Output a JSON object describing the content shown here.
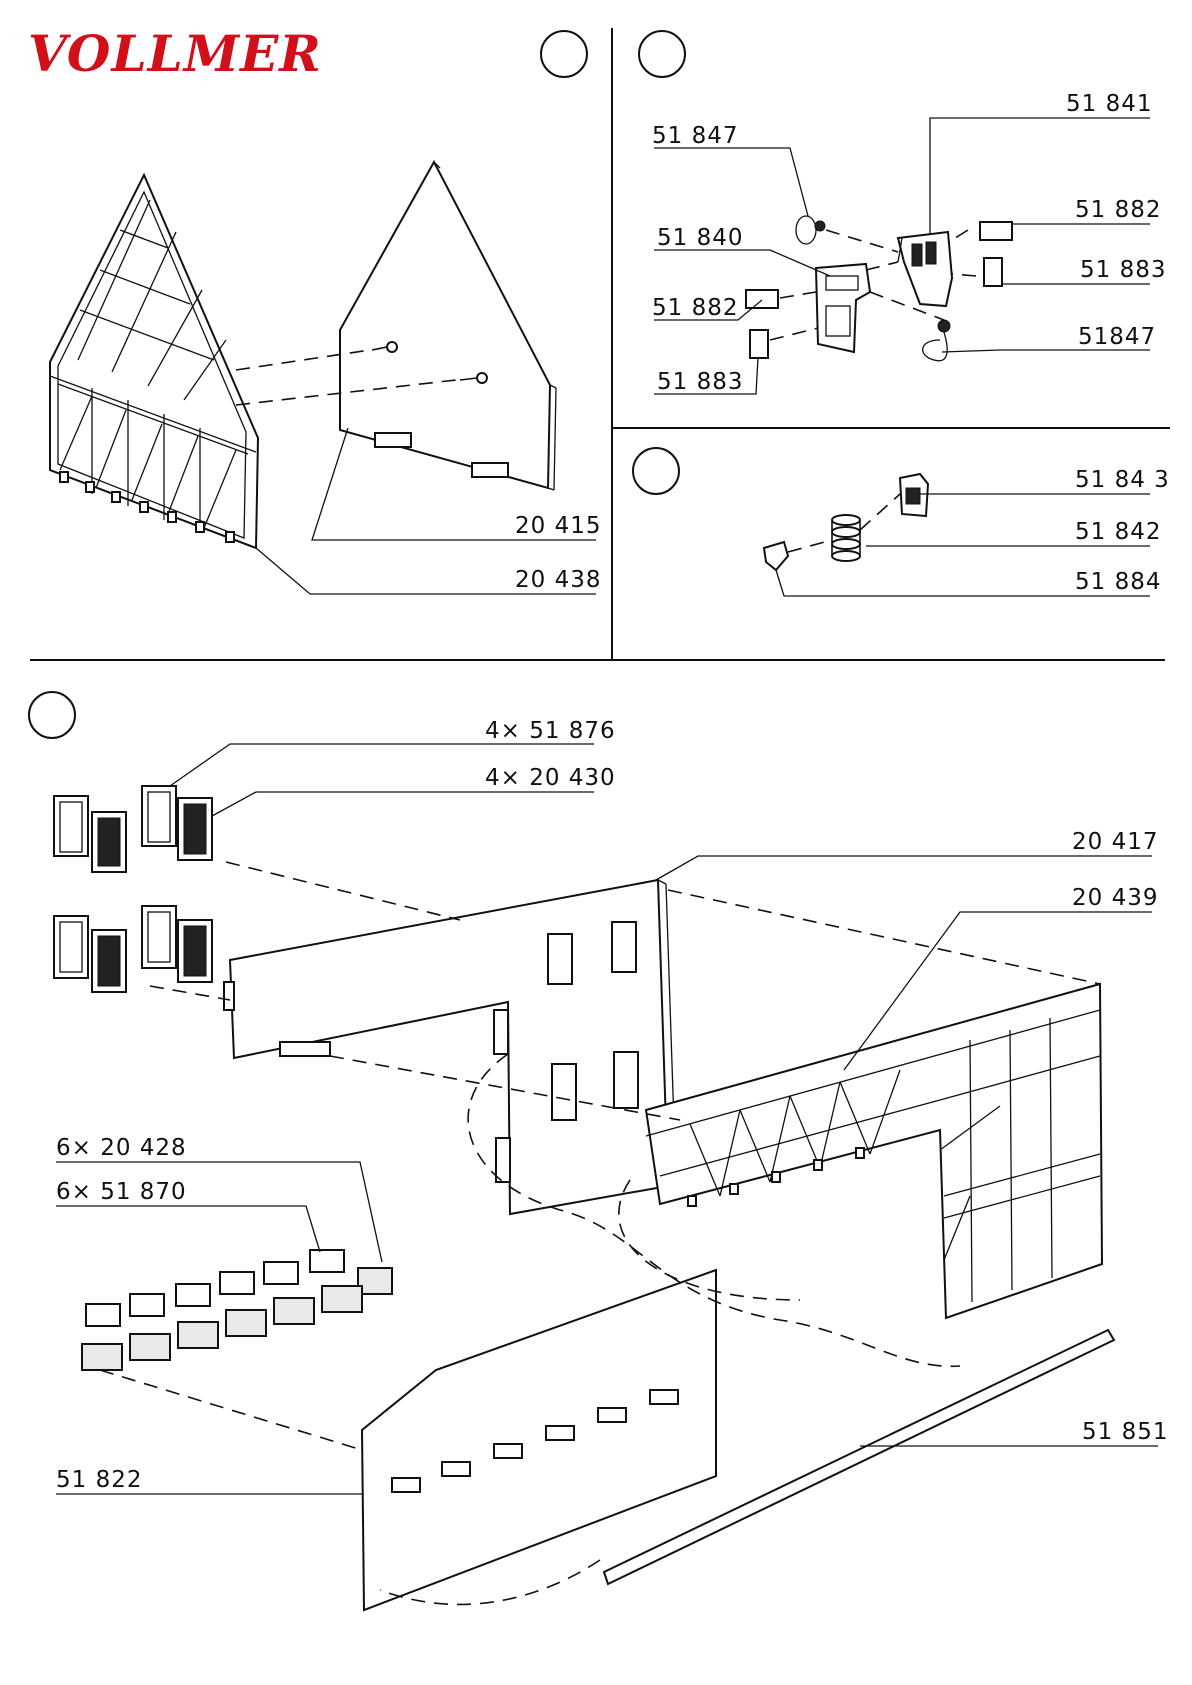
{
  "brand": {
    "name": "VOLLMER",
    "color": "#d2101a"
  },
  "section_markers": [
    "",
    "",
    "",
    ""
  ],
  "panel_top_left": {
    "labels": [
      "20 415",
      "20 438"
    ]
  },
  "panel_top_right": {
    "labels": [
      "51 841",
      "51 847",
      "51 882",
      "51 840",
      "51 883",
      "51 882",
      "51 883",
      "51847"
    ]
  },
  "panel_middle_right": {
    "labels": [
      "51 84 3",
      "51 842",
      "51 884"
    ]
  },
  "panel_bottom": {
    "labels": [
      "4× 51 876",
      "4× 20 430",
      "20 417",
      "20 439",
      "6× 20 428",
      "6× 51 870",
      "51 851",
      "51  822"
    ]
  }
}
